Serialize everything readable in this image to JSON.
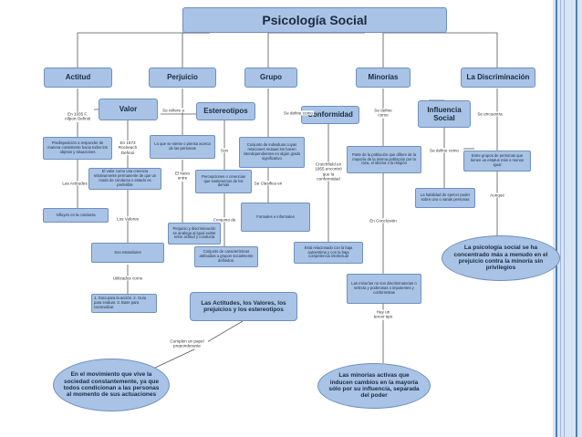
{
  "title": "Psicología Social",
  "heads": {
    "actitud": "Actitud",
    "perjuicio": "Perjuicio",
    "grupo": "Grupo",
    "minorias": "Minorías",
    "discriminacion": "La Discriminación",
    "valor": "Valor",
    "estereotipos": "Estereotipos",
    "conformidad": "Conformidad",
    "influencia": "Influencia Social"
  },
  "boxes": {
    "predisposicion": "Predisposición a responder de manera consistente hacia todos los objetos y situaciones",
    "influyen": "Influyen en la conducta",
    "valor_def": "El valor como una creencia relativamente permanente de que un modo de conducta o estado es preferible",
    "son_estandares": "Son estandares",
    "guias": "1. Guía para la acción. 2. Guía para evaluar. 3. Base para racionalizar.",
    "lo_que_se_siente": "Lo que se siente o piensa acerca de las personas",
    "perjuicio_def": "Perjuicio y discriminación se analoga al igual existe entre actitud y conducta",
    "percepciones": "Percepciones o creencias que sostenemos de los demás",
    "conjunto_caract": "Conjunto de características atribuidas a grupos socialmente definidos.",
    "conjunto_individuos": "Conjunto de individuos cuyas relaciones mutuas los hacen interdependientes en algún grado significativo",
    "formales": "Formales e informales",
    "estar_relacionado": "Está relacionado con la baja autoestima y con la baja competencia intelectual",
    "parte_poblacion": "Parte de la población que difiere de la mayoría de la misma población por la raza, el idioma o la religión",
    "minorias_no_son": "Las minorías no son discriminatorias o selecta y poderosas o impotentes y conformistas",
    "habilidad": "La habilidad de ejercer poder sobre uno o varias personas",
    "entre_grupos": "Entre grupos de personas que tienen un estatus más o menos igual"
  },
  "ellipses": {
    "actitudes_valores": "Las Actitudes, los Valores, los prejuicios y los estereotipos",
    "movimiento": "En el movimiento que vive la sociedad constantemente, ya que todos condicionan a las personas al momento de sus actuaciones",
    "minorias_activas": "Las minorías activas que inducen cambios en la mayoría sólo por su influencia, separada del poder",
    "psicologia_concentrado": "La psicología social se ha concentrado más a menudo en el prejuicio contra la minoría sin privilegios"
  },
  "labels": {
    "allport": "En 1935 F. Allport Definió",
    "rokeach": "En 1973 Rockeach Definió",
    "las_actitudes": "Las Actitudes",
    "los_valores": "Los Valores",
    "utilizados_como": "Utilizados como",
    "se_refiere_a": "Se refiere a",
    "el_nexo": "El Nexo entre",
    "son": "Son",
    "conjunto_de": "Conjunto de",
    "se_define_como_grupo": "Se define como",
    "se_clasifica_en": "Se Clasifica en",
    "crutchfield": "Crutchfield en 1955 encontró que la conformidad",
    "se_define_como_min": "Se define como",
    "en_conclusion": "En Conclusión",
    "hay_un_tercer": "Hay un tercer tipo",
    "se_define_como_inf": "Se define como",
    "se_encuentra": "Se encuentra",
    "aunque": "Aunque",
    "cumplen": "Cumplen un papel preponderante"
  },
  "colors": {
    "node_fill": "#a9c3e6",
    "node_border": "#6f8fbf",
    "line": "#555555",
    "stripe_outer": "#b9cde8",
    "stripe_inner": "#4f7fb8"
  }
}
